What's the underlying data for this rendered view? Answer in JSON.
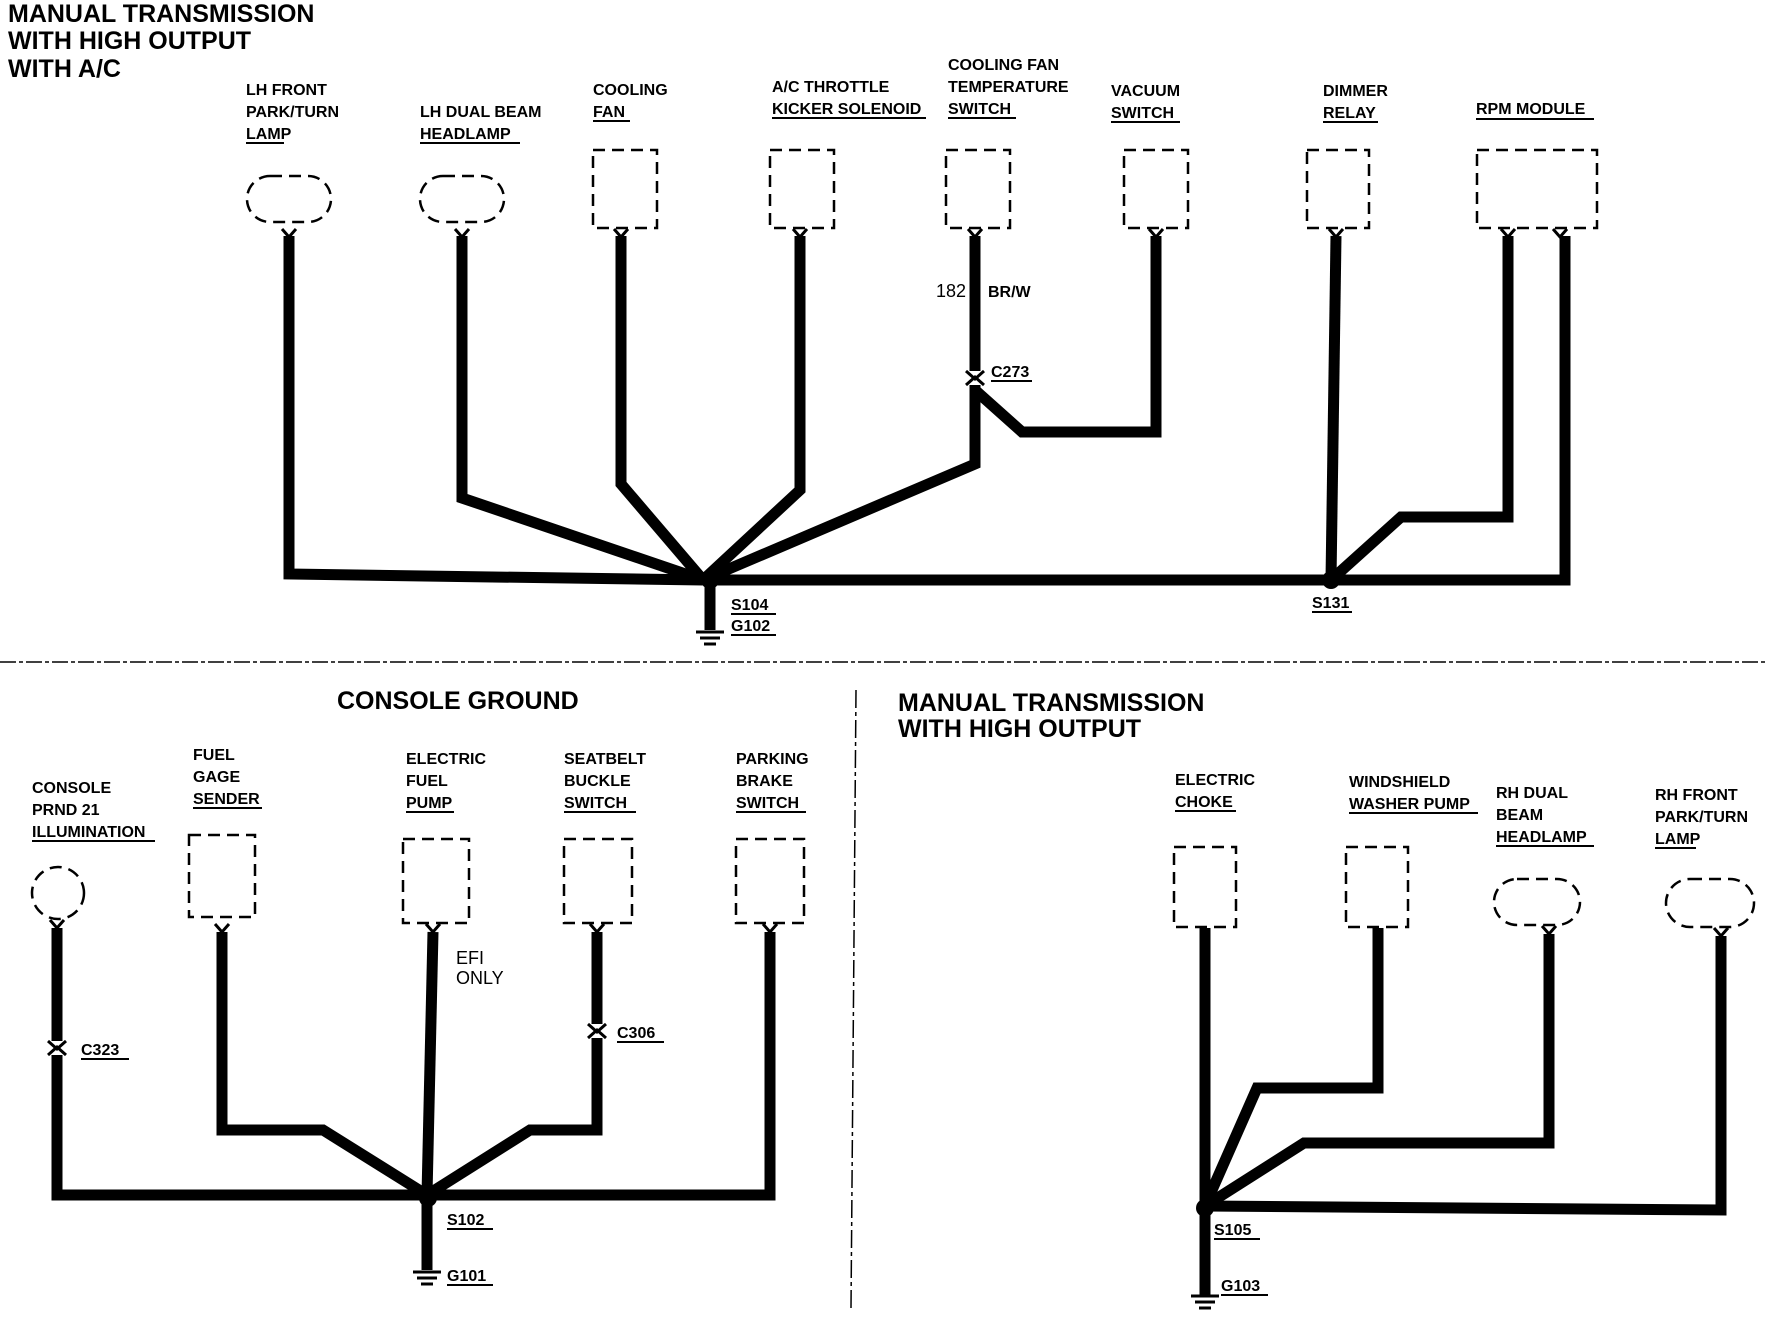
{
  "sections": {
    "top": {
      "title": [
        "MANUAL TRANSMISSION",
        "WITH HIGH OUTPUT",
        "WITH A/C"
      ],
      "components": [
        {
          "lines": [
            "LH FRONT",
            "PARK/TURN",
            "LAMP"
          ]
        },
        {
          "lines": [
            "LH DUAL BEAM",
            "HEADLAMP"
          ]
        },
        {
          "lines": [
            "COOLING",
            "FAN"
          ]
        },
        {
          "lines": [
            "A/C THROTTLE",
            "KICKER SOLENOID"
          ]
        },
        {
          "lines": [
            "COOLING FAN",
            "TEMPERATURE",
            "SWITCH"
          ]
        },
        {
          "lines": [
            "VACUUM",
            "SWITCH"
          ]
        },
        {
          "lines": [
            "DIMMER",
            "RELAY"
          ]
        },
        {
          "lines": [
            "RPM MODULE"
          ]
        }
      ],
      "wire_label": {
        "circuit": "182",
        "color": "BR/W"
      },
      "connector": "C273",
      "splices": [
        "S104",
        "S131"
      ],
      "ground": "G102"
    },
    "console": {
      "title": "CONSOLE GROUND",
      "components": [
        {
          "lines": [
            "CONSOLE",
            "PRND 21",
            "ILLUMINATION"
          ]
        },
        {
          "lines": [
            "FUEL",
            "GAGE",
            "SENDER"
          ]
        },
        {
          "lines": [
            "ELECTRIC",
            "FUEL",
            "PUMP"
          ]
        },
        {
          "lines": [
            "SEATBELT",
            "BUCKLE",
            "SWITCH"
          ]
        },
        {
          "lines": [
            "PARKING",
            "BRAKE",
            "SWITCH"
          ]
        }
      ],
      "note": [
        "EFI",
        "ONLY"
      ],
      "connectors": [
        "C323",
        "C306"
      ],
      "splice": "S102",
      "ground": "G101"
    },
    "right": {
      "title": [
        "MANUAL TRANSMISSION",
        "WITH HIGH OUTPUT"
      ],
      "components": [
        {
          "lines": [
            "ELECTRIC",
            "CHOKE"
          ]
        },
        {
          "lines": [
            "WINDSHIELD",
            "WASHER PUMP"
          ]
        },
        {
          "lines": [
            "RH DUAL",
            "BEAM",
            "HEADLAMP"
          ]
        },
        {
          "lines": [
            "RH FRONT",
            "PARK/TURN",
            "LAMP"
          ]
        }
      ],
      "splice": "S105",
      "ground": "G103"
    }
  }
}
